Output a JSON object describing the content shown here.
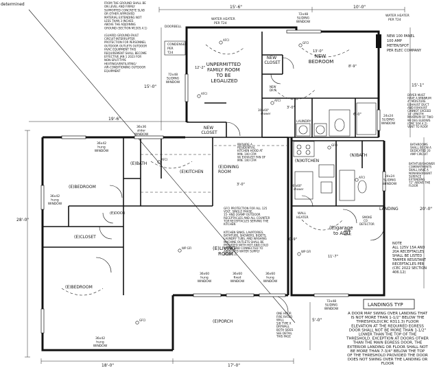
{
  "corner_text": "determined",
  "top_notes": [
    "FROM THE GROUND SHALL BE",
    "ON LEVEL AND FIRMLY",
    "SUPPORTED CONCRETE SLAB",
    "OR OTHER APPROVED",
    "MATERIAL EXTENDING NOT",
    "LESS THAN 3 INCHES",
    "ABOVE THE ADJOINING",
    "GROUND (SECTION M1305.4.1)",
    "",
    "(GUARD) GROUND-FAULT",
    "CIRCUIT-INTERRUPTER",
    "PROTECTION FOR PERSONNEL",
    "OUTDOOR OUTLETS OUTDOOR",
    "HVAC EQUIPMENT THIS",
    "REQUIREMENT SHALL BECOME",
    "EFFECTIVE JAN 1 2023 FOR",
    "NON-SPLIT-TYPE",
    "HEATING/VENTILATING/",
    "AIR-CONDITIONING OUTDOOR",
    "EQUIPMENT"
  ],
  "dims": {
    "top1": "15'-6\"",
    "top2": "10'-0\"",
    "left_upper": "15'-0\"",
    "mid1": "19'-6\"",
    "left_total": "28'-0\"",
    "bottom1": "18'-0\"",
    "bottom2": "17'-0\"",
    "right_upper": "15'-1\"",
    "right_mid": "20'-0\"",
    "r_5_0": "5'-0\"",
    "d12": "12'-2\"",
    "d13": "13'-0\"",
    "d8_9": "8'-9\"",
    "d3_0a": "3'-0\"",
    "d3_0b": "3'-0\"",
    "d10_9": "10'-9\"",
    "d11_7": "11'-7\"",
    "d6_0": "6'-0\""
  },
  "rooms": {
    "family_room": [
      "UNPERMITTED",
      "FAMILY ROOM",
      "TO BE",
      "LEGALIZED"
    ],
    "new_closet_top": [
      "NEW",
      "CLOSET"
    ],
    "new_bedroom": [
      "NEW",
      "BEDROOM"
    ],
    "new_closet_mid": [
      "NEW",
      "CLOSET"
    ],
    "bath_e": "(E)BATH",
    "bedroom_e1": "(E)BEDROOM",
    "kitchen_e": "(E)KITCHEN",
    "dining_e": [
      "(E)DINING",
      "ROOM"
    ],
    "closet_e": "(E)CLOSET",
    "door_e": "(E)DOOR",
    "living_e": [
      "(E)LIVING",
      "ROOM"
    ],
    "bedroom_e2": "(E)BEDROOM",
    "porch_e": "(E)PORCH",
    "kitchen_n": "(N)KITCHEN",
    "bath_n": "(N)BATH",
    "garage": [
      "(E)garage",
      "to ADU"
    ],
    "landing": "LANDING",
    "laundry": "LAUNDRY"
  },
  "windows": {
    "top_slide": [
      "72x48",
      "SLIDING",
      "WINDOW"
    ],
    "left_slide": [
      "72x48",
      "SLIDING",
      "WINDOW"
    ],
    "w36_slider": [
      "36x36",
      "slider",
      "WINDOW"
    ],
    "w36_hung_a": [
      "36x42",
      "hung",
      "WINDOW"
    ],
    "w36_hung_b": [
      "36x42",
      "hung",
      "WINDOW"
    ],
    "w36_hung_c": [
      "36x42",
      "hung",
      "WINDOW"
    ],
    "w36_60a": [
      "36x60",
      "hung",
      "WINDOW"
    ],
    "w36_60b": [
      "36x60",
      "fixed",
      "WINDOW"
    ],
    "w36_60c": [
      "36x60",
      "hung",
      "WINDOW"
    ],
    "right_slide_a": [
      "24x24",
      "SLIDING",
      "WINDOW"
    ],
    "right_slide_b": [
      "24x24",
      "SLIDING",
      "WINDOW"
    ],
    "bottom_slide": [
      "72x48",
      "SLIDING",
      "WINDOW"
    ]
  },
  "labels": {
    "doorbell": "DOORBELL",
    "water_heater_top": [
      "WATER HEATER",
      "PER T24"
    ],
    "water_heater_right": [
      "WATER HEATER",
      "PER T24"
    ],
    "condenser": [
      "CONDENSER",
      "PER",
      "T24"
    ],
    "new_panel": [
      "NEW 100 PANEL",
      "100 AMP",
      "METER/SPOT",
      "PER ELEC COMPANY"
    ],
    "dryer": [
      "DRYER MUST",
      "HAVE A MINIMUM",
      "4\" MOISTURE",
      "EXHAUST DUCT",
      "AND EXHAUST",
      "CANNOT EXCEED",
      "14' LENGTH",
      "MAXIMUM OF TWO",
      "90 DEG ELBOWS",
      "(CMC 504.4.2)",
      "VENT TO ROOF"
    ],
    "bathroom_note": [
      "BATHROOMS",
      "SHALL BE ON A",
      "DEDICATED 20",
      "AMP CIRCUIT"
    ],
    "shower_note": [
      "BATHTUB/SHOWER",
      "COMPARTMENTS",
      "SHALL HAVE A",
      "NONABSORBENT",
      "SURFACE",
      "EXTENDING",
      "72\" ABOVE THE",
      "FLOOR"
    ],
    "hood_note": [
      "PROVIDE A",
      "RESIDENTIAL",
      "KITCHEN HOOD AT",
      "MIN. 100 CFM",
      "W/ EXHAUST FAN OF",
      "MIN. 100 CFM"
    ],
    "gfci_note": [
      "GFCI PROTECTION FOR ALL 125",
      "VOLT, SINGLE PHASE,",
      "15- AND 20AMP OUTDOOR",
      "RECEPTACLES AND ALL COUNTER",
      "TOP RECEPTACLES SERVING THE",
      "KITCHEN"
    ],
    "sink_note": [
      "KITCHEN SINKS, LAVATORIES,",
      "BATHTUBS, SHOWERS, BIDETS,",
      "LAUNDRY TUBS, AND WASHING",
      "MACHINE OUTLETS SHALL BE",
      "PROVIDED WITH HOT AND COLD",
      "WATER AND CONNECTED TO",
      "APPROVED WATER SUPPLY",
      "(P2601.2)"
    ],
    "wall_heater": [
      "WALL",
      "HEATER"
    ],
    "smoke": [
      "SMOKE",
      "CO",
      "DETECTOR"
    ],
    "note_125": [
      "NOTE",
      "ALL 125V 15A AND",
      "20A RECEPTACLES",
      "SHALL BE LISTED",
      "TAMPER RESISTANT",
      "RECEPTACLES PER",
      "(CEC 2022 SECTION",
      "406.12)"
    ],
    "door_rating": [
      "ONE HOUR",
      "FIRE RATED",
      "WALL",
      "5/8 TYPE X",
      "DRYWALL",
      "BOTH SIDES",
      "SEE DETAIL",
      "THIS PAGE"
    ],
    "wh_30": [
      "30\"x60\"",
      "shower"
    ],
    "tub": [
      "36\"x60\"",
      "shower"
    ],
    "dr_tags": [
      "NEW",
      "DR R"
    ]
  },
  "landing_panel": {
    "title": "LANDINGS TYP",
    "text": [
      "A DOOR MAY SWING OVER LANDING THAT",
      "IS NOT MORE THAN 1-1/2\" BELOW THE",
      "THRESHOLD(CRC R311.3) FLOOR",
      "ELEVATION AT THE REQUIRED EGRESS",
      "DOOR SHALL NOT BE MORE THAN 1-1/2\"",
      "LOWER THAN THE TOP OF THE",
      "THRESHOLD. EXCEPTION AT DOORS OTHER",
      "THAN THE MAIN EGRESS DOOR, THE",
      "EXTERIOR LANDING OR FLOOR SHALL NOT",
      "BE MORE THAN 7-3/4\" BELOW THE TOP",
      "OF THE THRESHOLD PROVIDED THE DOOR",
      "DOES NOT SWING OVER THE LANDING OR",
      "FLOOR"
    ]
  },
  "outlets": [
    "AFCI",
    "GFCI",
    "AFCI",
    "AFCI",
    "AFCI",
    "GFCI",
    "AFCI",
    "WP GFI",
    "WP GFI",
    "GFCI"
  ]
}
